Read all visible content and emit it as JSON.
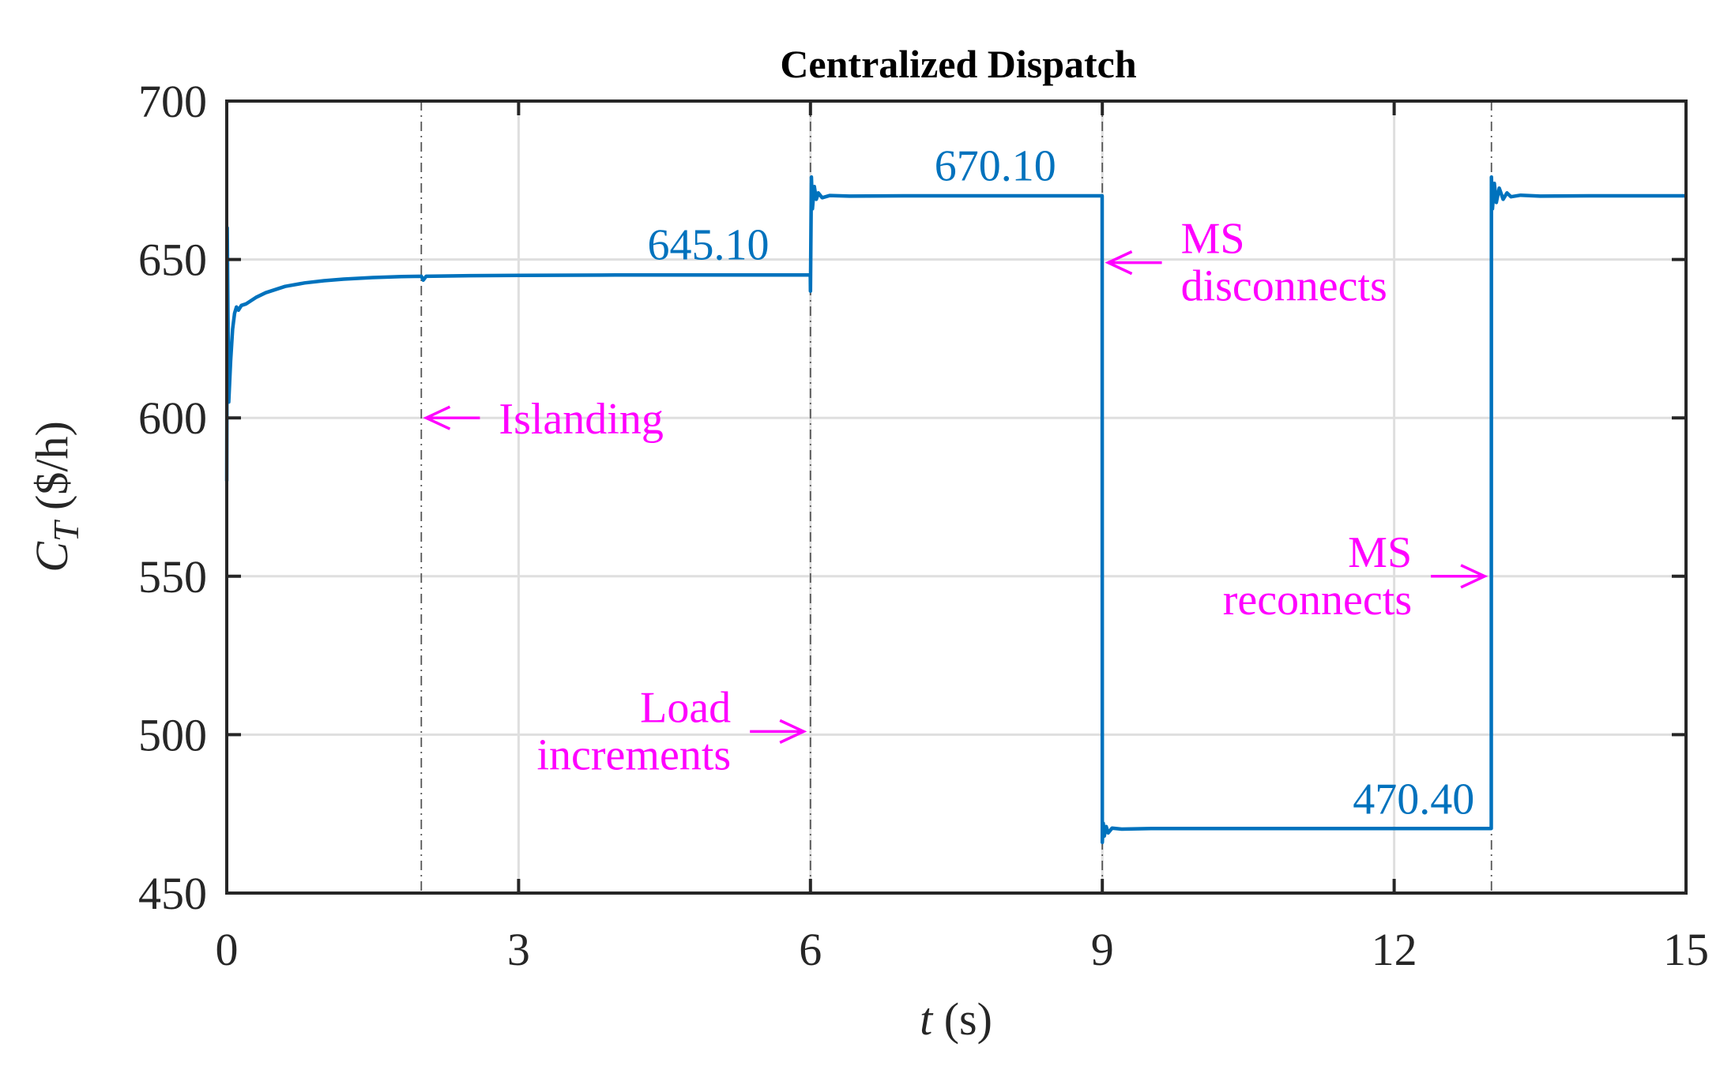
{
  "chart_data": {
    "type": "line",
    "title": "Centralized Dispatch",
    "xlabel": {
      "var": "t",
      "unit": " (s)"
    },
    "ylabel": {
      "var": "C",
      "sub": "T",
      "unit": " ($/h)"
    },
    "xlim": [
      0,
      15
    ],
    "ylim": [
      450,
      700
    ],
    "xticks": [
      0,
      3,
      6,
      9,
      12,
      15
    ],
    "yticks": [
      450,
      500,
      550,
      600,
      650,
      700
    ],
    "grid": true,
    "event_lines_x": [
      2,
      6,
      9,
      13
    ],
    "series": [
      {
        "color": "#0072BD",
        "x": [
          0,
          0.005,
          0.02,
          0.04,
          0.06,
          0.08,
          0.1,
          0.12,
          0.15,
          0.2,
          0.3,
          0.4,
          0.5,
          0.6,
          0.8,
          1.0,
          1.2,
          1.5,
          1.8,
          2.0,
          2.02,
          2.05,
          2.5,
          3.0,
          4.0,
          5.0,
          5.998,
          6.0,
          6.01,
          6.02,
          6.04,
          6.06,
          6.08,
          6.12,
          6.2,
          6.4,
          7.0,
          8.0,
          8.998,
          9.0,
          9.01,
          9.02,
          9.04,
          9.06,
          9.1,
          9.2,
          9.5,
          10.0,
          12.0,
          12.998,
          13.0,
          13.01,
          13.03,
          13.05,
          13.08,
          13.12,
          13.16,
          13.2,
          13.3,
          13.5,
          14.0,
          15.0
        ],
        "y": [
          580,
          660,
          605,
          618,
          628,
          633,
          635,
          634,
          635.5,
          636,
          638,
          639.5,
          640.5,
          641.5,
          642.6,
          643.3,
          643.8,
          644.3,
          644.6,
          644.7,
          643.5,
          644.7,
          644.9,
          645.0,
          645.1,
          645.1,
          645.1,
          640,
          676,
          666,
          673,
          669,
          671,
          669.5,
          670.2,
          670.0,
          670.1,
          670.1,
          670.1,
          466,
          472,
          468,
          471,
          469,
          470.5,
          470.2,
          470.4,
          470.4,
          470.4,
          470.4,
          676,
          666,
          674,
          668,
          672.5,
          669,
          671,
          669.8,
          670.3,
          670.0,
          670.1,
          670.1
        ]
      }
    ],
    "value_labels": [
      {
        "text": "645.10",
        "x": 4.95,
        "y": 650
      },
      {
        "text": "670.10",
        "x": 7.9,
        "y": 675
      },
      {
        "text": "470.40",
        "x": 12.2,
        "y": 475
      }
    ],
    "annotations": [
      {
        "lines": [
          "Islanding"
        ],
        "arrow": "left",
        "x_tip": 2.05,
        "y": 600
      },
      {
        "lines": [
          "Load",
          "increments"
        ],
        "arrow": "right",
        "x_tip": 5.93,
        "y": 501
      },
      {
        "lines": [
          "MS",
          "disconnects"
        ],
        "arrow": "left",
        "x_tip": 9.06,
        "y": 649
      },
      {
        "lines": [
          "MS",
          "reconnects"
        ],
        "arrow": "right",
        "x_tip": 12.93,
        "y": 550
      }
    ],
    "colors": {
      "line": "#0072BD",
      "annotation": "#FF00FF",
      "value_label": "#0072BD",
      "axes": "#262626",
      "grid": "#DFDFDF",
      "event_line": "#555555"
    }
  }
}
